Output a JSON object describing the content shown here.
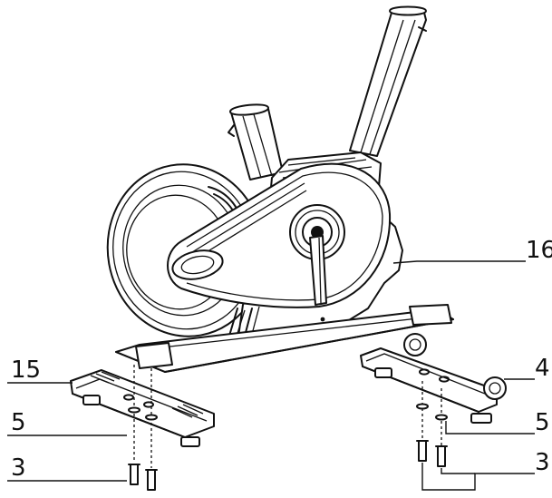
{
  "callouts": {
    "c16": "16",
    "c15": "15",
    "c5_left": "5",
    "c3_left": "3",
    "c4": "4",
    "c5_right": "5",
    "c3_right": "3"
  }
}
